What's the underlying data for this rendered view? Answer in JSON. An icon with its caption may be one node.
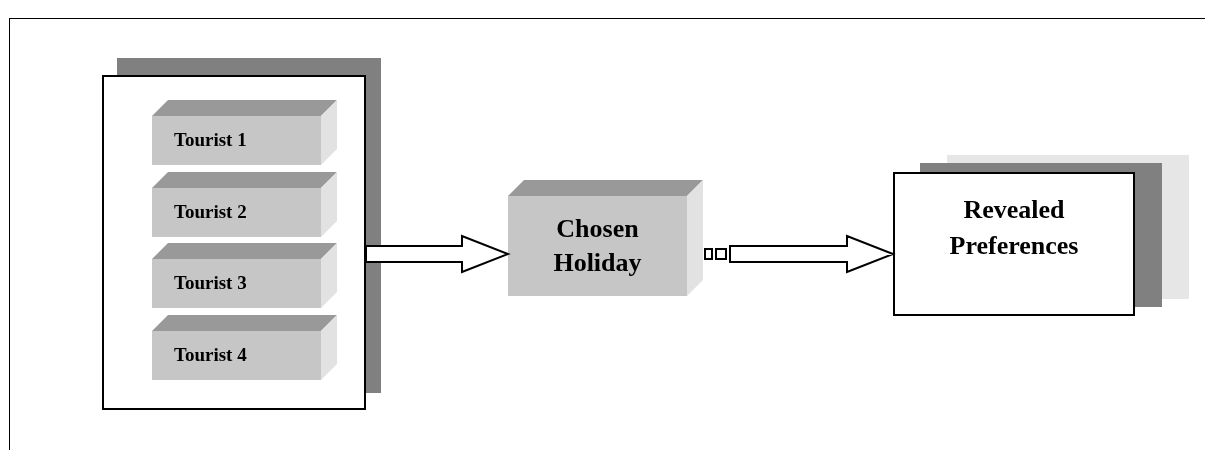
{
  "diagram": {
    "nodes": [
      {
        "text": [],
        "shape": "box"
      },
      {
        "text": [
          "Tourist 1"
        ],
        "in": 0
      },
      {
        "text": [
          "Tourist 2"
        ],
        "in": 0
      },
      {
        "text": [
          "Tourist 3"
        ],
        "in": 0
      },
      {
        "text": [
          "Tourist 4"
        ],
        "in": 0
      },
      {
        "text": [
          "Chosen Holiday"
        ]
      },
      {
        "text": [
          "Revealed Preferences"
        ]
      }
    ],
    "edges": [
      {
        "from": 0,
        "to": 5,
        "arrow": "to"
      },
      {
        "from": 5,
        "to": 6,
        "arrow": "to",
        "style": "dashed"
      }
    ]
  }
}
